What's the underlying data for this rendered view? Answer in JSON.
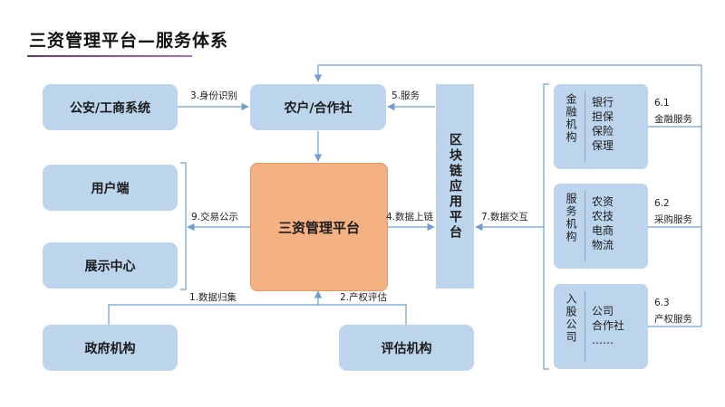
{
  "title": "三资管理平台—服务体系",
  "nodes": {
    "gongan": "公安/工商系统",
    "nonghu": "农户/合作社",
    "yonghu": "用户端",
    "zhanshi": "展示中心",
    "core": "三资管理平台",
    "chain": "区块链应用平台",
    "zhengfu": "政府机构",
    "pinggu": "评估机构"
  },
  "services": [
    {
      "category": "金融机构",
      "items": [
        "银行",
        "担保",
        "保险",
        "保理"
      ],
      "label_num": "6.1",
      "label_text": "金融服务"
    },
    {
      "category": "服务机构",
      "items": [
        "农资",
        "农技",
        "电商",
        "物流"
      ],
      "label_num": "6.2",
      "label_text": "采购服务"
    },
    {
      "category": "入股公司",
      "items": [
        "公司",
        "合作社",
        "……"
      ],
      "label_num": "6.3",
      "label_text": "产权服务"
    }
  ],
  "flows": {
    "f1": "1.数据归集",
    "f2": "2.产权评估",
    "f3": "3.身份识别",
    "f4": "4.数据上链",
    "f5": "5.服务",
    "f7": "7.数据交互",
    "f9": "9.交易公示"
  },
  "colors": {
    "node_fill": "#bcd5ec",
    "core_fill": "#f4b183",
    "line": "#6f9fd0",
    "title_underline": "#7b2a8c"
  }
}
